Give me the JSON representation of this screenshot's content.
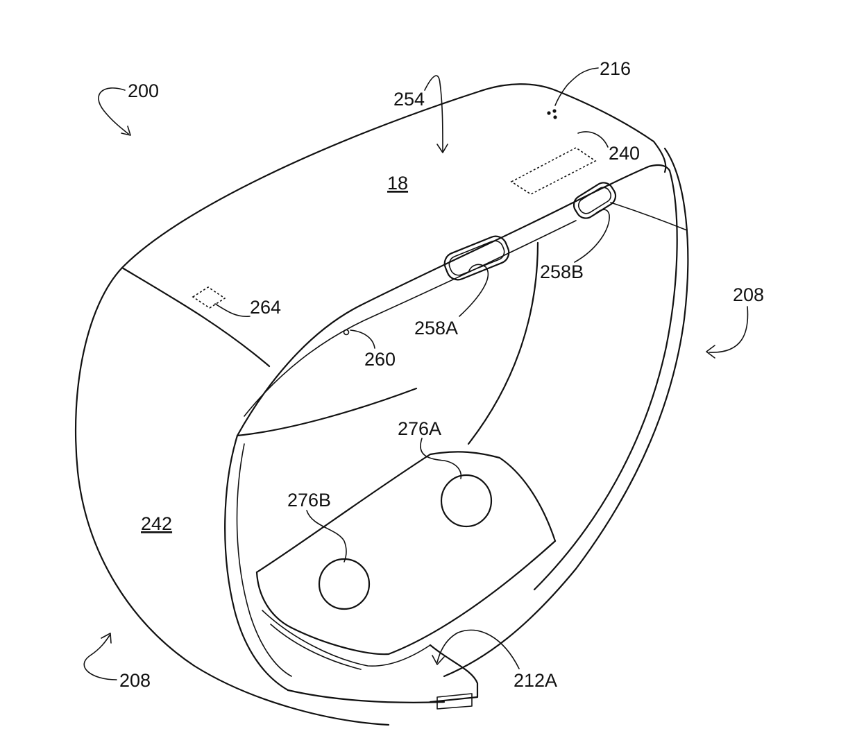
{
  "figure": {
    "labels": {
      "l200": "200",
      "l216": "216",
      "l254": "254",
      "l240": "240",
      "l18": "18",
      "l258b": "258B",
      "l208_right": "208",
      "l264": "264",
      "l258a": "258A",
      "l260": "260",
      "l276a": "276A",
      "l276b": "276B",
      "l242": "242",
      "l208_left": "208",
      "l212a": "212A"
    }
  }
}
